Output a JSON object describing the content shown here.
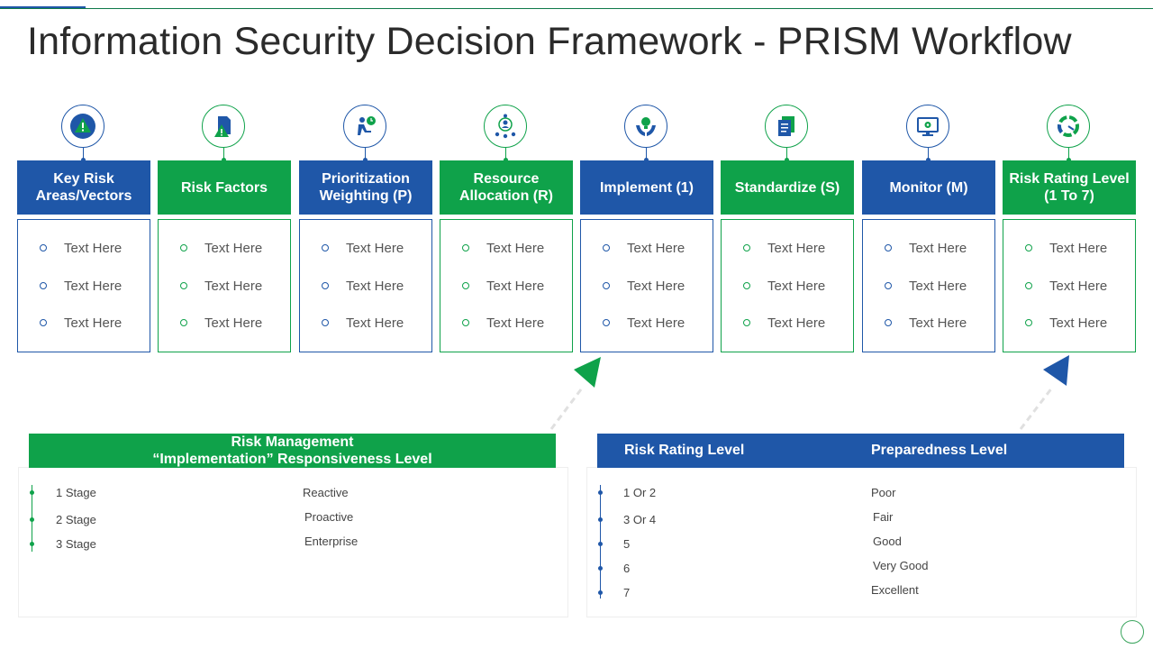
{
  "title": "Information Security Decision Framework - PRISM Workflow",
  "colors": {
    "blue": "#1f57a8",
    "green": "#0fa24a"
  },
  "columns": [
    {
      "label": "Key Risk Areas/Vectors",
      "icon": "warning-icon",
      "theme": "blue",
      "items": [
        "Text Here",
        "Text Here",
        "Text Here"
      ]
    },
    {
      "label": "Risk Factors",
      "icon": "document-alert-icon",
      "theme": "green",
      "items": [
        "Text Here",
        "Text Here",
        "Text Here"
      ]
    },
    {
      "label": "Prioritization Weighting (P)",
      "icon": "person-clock-icon",
      "theme": "blue",
      "items": [
        "Text Here",
        "Text Here",
        "Text Here"
      ]
    },
    {
      "label": "Resource Allocation (R)",
      "icon": "team-network-icon",
      "theme": "green",
      "items": [
        "Text Here",
        "Text Here",
        "Text Here"
      ]
    },
    {
      "label": "Implement (1)",
      "icon": "hands-bulb-icon",
      "theme": "blue",
      "items": [
        "Text Here",
        "Text Here",
        "Text Here"
      ]
    },
    {
      "label": "Standardize (S)",
      "icon": "documents-icon",
      "theme": "green",
      "items": [
        "Text Here",
        "Text Here",
        "Text Here"
      ]
    },
    {
      "label": "Monitor (M)",
      "icon": "monitor-gear-icon",
      "theme": "blue",
      "items": [
        "Text Here",
        "Text Here",
        "Text Here"
      ]
    },
    {
      "label": "Risk Rating Level (1 To 7)",
      "icon": "gauge-icon",
      "theme": "green",
      "items": [
        "Text Here",
        "Text Here",
        "Text Here"
      ]
    }
  ],
  "left_panel": {
    "heading_line1": "Risk Management",
    "heading_line2": "“Implementation” Responsiveness  Level",
    "rows": [
      {
        "label": "1 Stage",
        "value": "Reactive"
      },
      {
        "label": "2  Stage",
        "value": "Proactive"
      },
      {
        "label": "3  Stage",
        "value": "Enterprise"
      }
    ]
  },
  "right_panel": {
    "col1_heading": "Risk  Rating Level",
    "col2_heading": "Preparedness Level",
    "rows": [
      {
        "label": "1 Or 2",
        "value": "Poor"
      },
      {
        "label": "3 Or 4",
        "value": "Fair"
      },
      {
        "label": "5",
        "value": "Good"
      },
      {
        "label": "6",
        "value": "Very Good"
      },
      {
        "label": "7",
        "value": "Excellent"
      }
    ]
  }
}
